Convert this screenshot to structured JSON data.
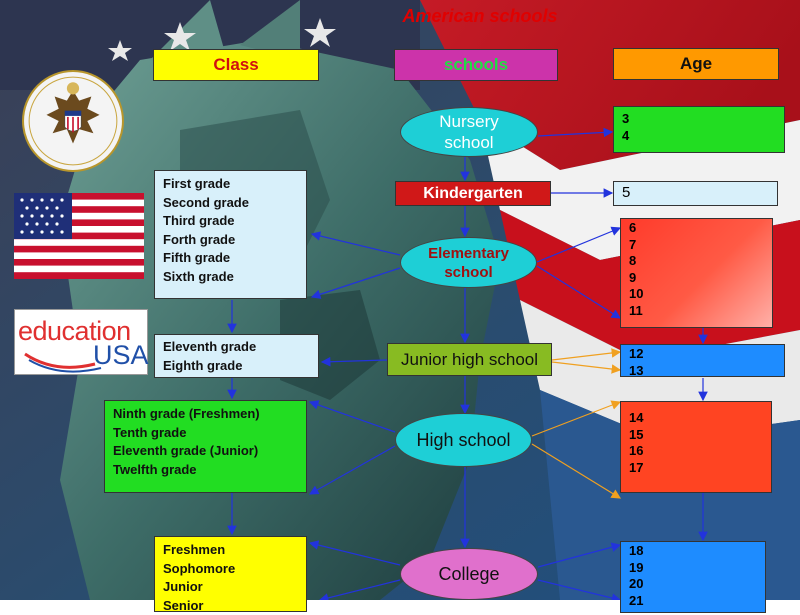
{
  "title": "American schools",
  "headers": {
    "class": "Class",
    "schools": "schools",
    "age": "Age"
  },
  "schools": {
    "nursery": "Nursery school",
    "kindergarten": "Kindergarten",
    "elementary": "Elementary school",
    "junior_high": "Junior high school",
    "high": "High school",
    "college": "College"
  },
  "classes": {
    "elementary": [
      "First grade",
      "Second grade",
      "Third grade",
      "Forth grade",
      "Fifth grade",
      "Sixth grade"
    ],
    "junior_high": [
      "Eleventh grade",
      "Eighth grade"
    ],
    "high": [
      "Ninth grade (Freshmen)",
      "Tenth grade",
      "Eleventh grade (Junior)",
      "Twelfth grade"
    ],
    "college": [
      "Freshmen",
      "Sophomore",
      "Junior",
      "Senior"
    ]
  },
  "ages": {
    "nursery": [
      "3",
      "4"
    ],
    "kindergarten": [
      "5"
    ],
    "elementary": [
      "6",
      "7",
      "8",
      "9",
      "10",
      "11"
    ],
    "junior_high": [
      "12",
      "13"
    ],
    "high": [
      "14",
      "15",
      "16",
      "17"
    ],
    "college": [
      "18",
      "19",
      "20",
      "21"
    ]
  },
  "logo": {
    "line1": "education",
    "line2": "USA"
  },
  "icons": [
    "us-great-seal-icon",
    "us-flag-icon"
  ],
  "colors": {
    "title": "#e00000",
    "class_header": "#ffff00",
    "schools_header": "#cc33aa",
    "age_header": "#ff9900",
    "oval": "#1ecfd6",
    "kindergarten": "#d01818",
    "green": "#22dd22",
    "blue": "#1e8cff",
    "red_orange": "#ff4422",
    "light_blue": "#d8f0fa",
    "olive": "#88bb22",
    "connector": "#2233dd"
  }
}
